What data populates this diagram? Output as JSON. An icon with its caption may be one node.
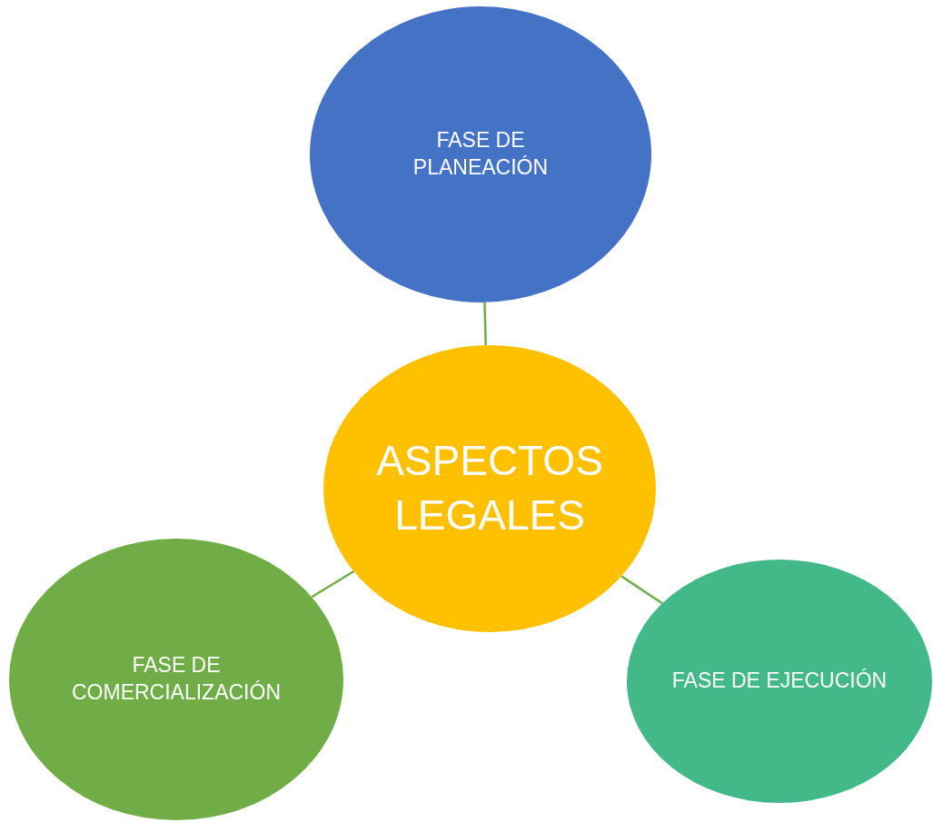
{
  "diagram": {
    "nodes": [
      {
        "text": [
          "FASE DE PLANEACIÓN"
        ]
      },
      {
        "text": [
          "ASPECTOS LEGALES"
        ]
      },
      {
        "text": [
          "FASE DE COMERCIALIZACIÓN"
        ]
      },
      {
        "text": [
          "FASE DE EJECUCIÓN"
        ]
      }
    ],
    "edges": [
      {
        "from": 1,
        "to": 0,
        "arrow": "none"
      },
      {
        "from": 1,
        "to": 2,
        "arrow": "none"
      },
      {
        "from": 1,
        "to": 3,
        "arrow": "none"
      }
    ]
  }
}
